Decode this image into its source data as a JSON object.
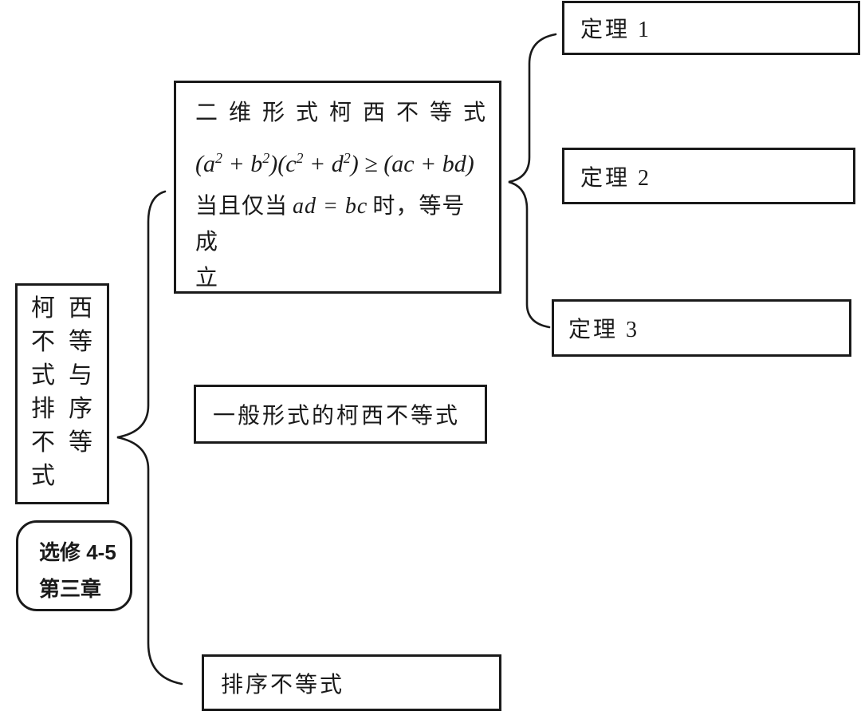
{
  "colors": {
    "ink": "#1a1a1a",
    "background": "#ffffff"
  },
  "root_box": {
    "rows": [
      [
        "柯",
        "西"
      ],
      [
        "不",
        "等"
      ],
      [
        "式",
        "与"
      ],
      [
        "排",
        "序"
      ],
      [
        "不",
        "等"
      ],
      [
        "式"
      ]
    ],
    "full_text": "柯西不等式与排序不等式"
  },
  "chapter_badge": {
    "line1": "选修 4-5",
    "line2": "第三章"
  },
  "cauchy_2d_box": {
    "title": "二维形式柯西不等式",
    "formula": {
      "t1": "(a",
      "s1": "2",
      "t2": " + b",
      "s2": "2",
      "t3": ")(c",
      "s3": "2",
      "t4": " + d",
      "s4": "2",
      "t5": ") ≥ (ac + bd)"
    },
    "condition_prefix": "当且仅当",
    "condition_math": "ad = bc",
    "condition_suffix": "时，等号成",
    "condition_overflow": "立"
  },
  "general_box": {
    "label": "一般形式的柯西不等式"
  },
  "rearrangement_box": {
    "label": "排序不等式"
  },
  "theorem_boxes": [
    {
      "label": "定理 1"
    },
    {
      "label": "定理 2"
    },
    {
      "label": "定理 3"
    }
  ]
}
